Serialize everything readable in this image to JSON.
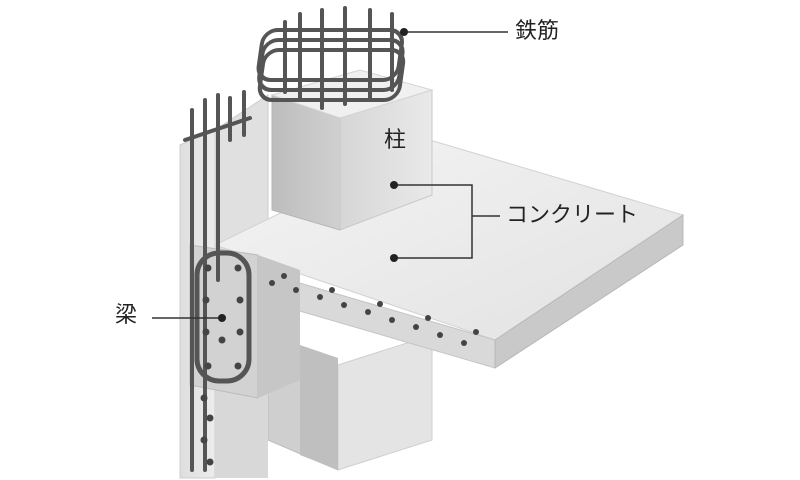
{
  "labels": {
    "rebar": "鉄筋",
    "column": "柱",
    "concrete": "コンクリート",
    "beam": "梁"
  },
  "colors": {
    "background": "#ffffff",
    "concrete_light": "#ededed",
    "concrete_mid": "#dcdcdc",
    "concrete_dark": "#c2c2c2",
    "concrete_shadow": "#a9a9a9",
    "rebar": "#555555",
    "leader_line": "#333333",
    "text": "#222222"
  }
}
